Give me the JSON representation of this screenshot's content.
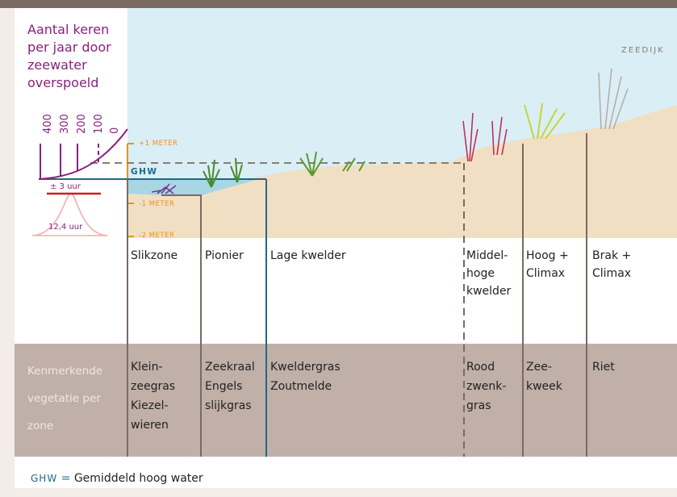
{
  "title_lines": [
    "Aantal keren",
    "per jaar door",
    "zeewater",
    "overspoeld"
  ],
  "frequency_ticks": [
    "400",
    "300",
    "200",
    "100",
    "0"
  ],
  "zeedijk": "ZEEDIJK",
  "levels": {
    "plus1": "+1 METER",
    "ghw": "GHW",
    "min1": "-1 METER",
    "min2": "-2 METER"
  },
  "tide": {
    "duration": "± 3 uur",
    "period": "12,4 uur"
  },
  "zones": {
    "slikzone": "Slikzone",
    "pionier": "Pionier",
    "lage": "Lage kwelder",
    "middel": [
      "Middel-",
      "hoge",
      "kwelder"
    ],
    "hoog": [
      "Hoog +",
      "Climax"
    ],
    "brak": [
      "Brak +",
      "Climax"
    ]
  },
  "kenmerkende": [
    "Kenmerkende",
    "vegetatie per",
    "zone"
  ],
  "vegetation": {
    "slikzone": [
      "Klein-",
      "zeegras",
      "Kiezel-",
      "wieren"
    ],
    "pionier": [
      "Zeekraal",
      "Engels",
      "slijkgras"
    ],
    "lage": [
      "Kweldergras",
      "Zoutmelde"
    ],
    "middel": [
      "Rood",
      "zwenk-",
      "gras"
    ],
    "hoog": [
      "Zee-",
      "kweek"
    ],
    "brak": [
      "Riet"
    ]
  },
  "legend": {
    "abbr": "GHW",
    "eq": "=",
    "text": "Gemiddeld hoog water"
  },
  "colors": {
    "sky": "#daeef6",
    "land": "#f1dfc4",
    "water": "#a8d6e3",
    "ghw": "#1d6a86",
    "meter": "#e8941a",
    "purple": "#8a1f7d",
    "divider": "#7a6a61",
    "vegband": "#c0b0a8"
  }
}
